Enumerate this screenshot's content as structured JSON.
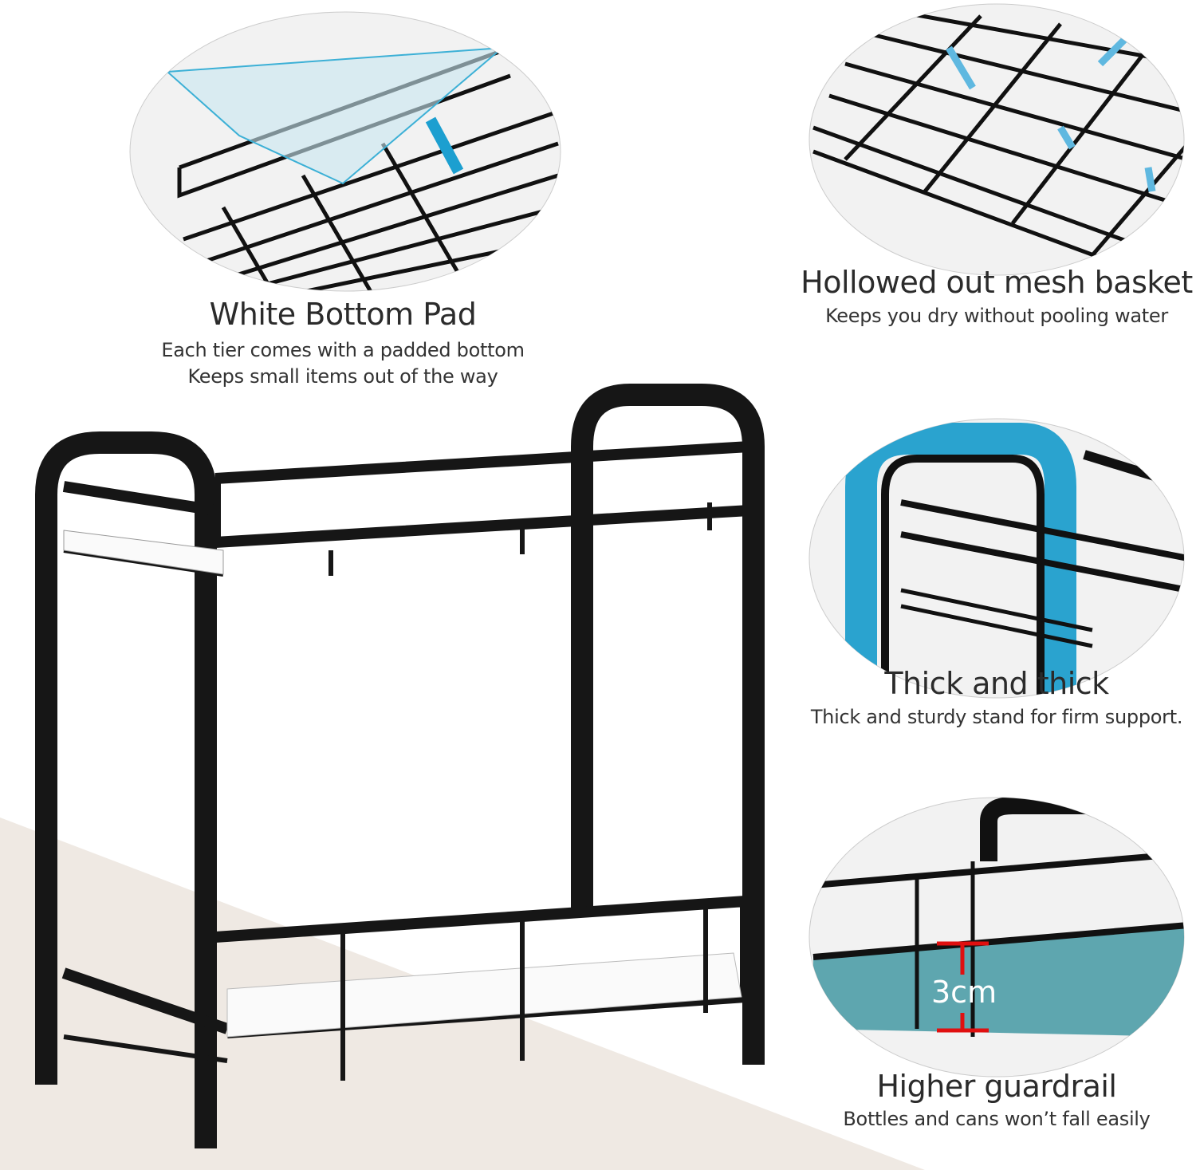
{
  "features": [
    {
      "title": "White Bottom Pad",
      "lines": [
        "Each tier comes with a padded bottom",
        "Keeps small items out of the way"
      ]
    },
    {
      "title": "Hollowed out mesh basket",
      "lines": [
        "Keeps you dry without pooling water"
      ]
    },
    {
      "title": "Thick and thick",
      "lines": [
        "Thick and sturdy stand for firm support."
      ]
    },
    {
      "title": "Higher guardrail",
      "lines": [
        "Bottles and cans won’t fall easily"
      ]
    }
  ],
  "guardrail_label": "3cm",
  "colors": {
    "frame": "#141414",
    "accent_blue": "#2aa3cf",
    "floor": "#efe9e3",
    "measure_red": "#e01010"
  }
}
